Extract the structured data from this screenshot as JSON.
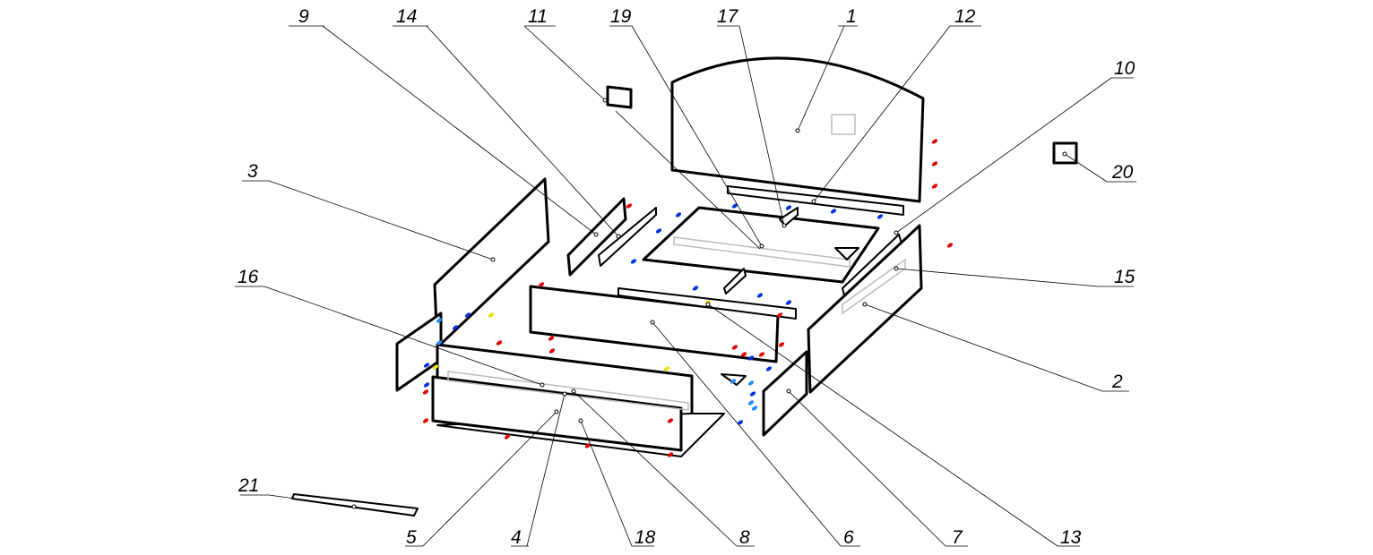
{
  "drawing": {
    "type": "exploded assembly view",
    "callouts": [
      "9",
      "14",
      "11",
      "19",
      "17",
      "1",
      "12",
      "10",
      "20",
      "3",
      "16",
      "15",
      "2",
      "21",
      "5",
      "4",
      "18",
      "8",
      "6",
      "7",
      "13"
    ]
  },
  "colors": {
    "line": "#000000",
    "hidden": "#bbbbbb",
    "red_fastener": "#e00000",
    "blue_fastener": "#0030e0",
    "light_blue_fastener": "#1e8cff",
    "yellow_fastener": "#f0e000"
  }
}
